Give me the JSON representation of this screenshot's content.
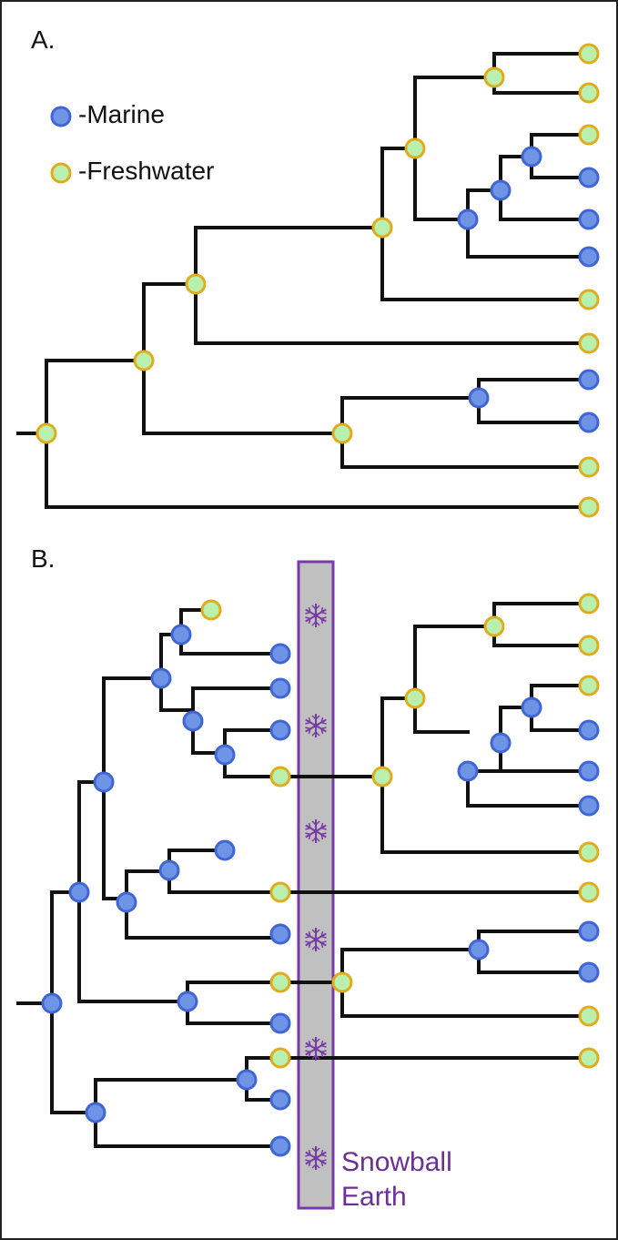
{
  "panels": [
    {
      "label": "A."
    },
    {
      "label": "B."
    }
  ],
  "legend": {
    "marine": {
      "label": "-Marine",
      "icon": "marine-node-icon"
    },
    "freshwater": {
      "label": "-Freshwater",
      "icon": "freshwater-node-icon"
    }
  },
  "snowball": {
    "line1": "Snowball",
    "line2": "Earth",
    "icon": "snowflake-icon"
  },
  "colors": {
    "marine_fill": "#6f94e6",
    "marine_stroke": "#3f66d4",
    "fresh_fill": "#b9f0b0",
    "fresh_stroke": "#e0ac1c",
    "branch": "#111111",
    "snowball_fill": "#c0c0c0",
    "snowball_border": "#7a3aa6",
    "snowflake": "#7a3aa6"
  }
}
